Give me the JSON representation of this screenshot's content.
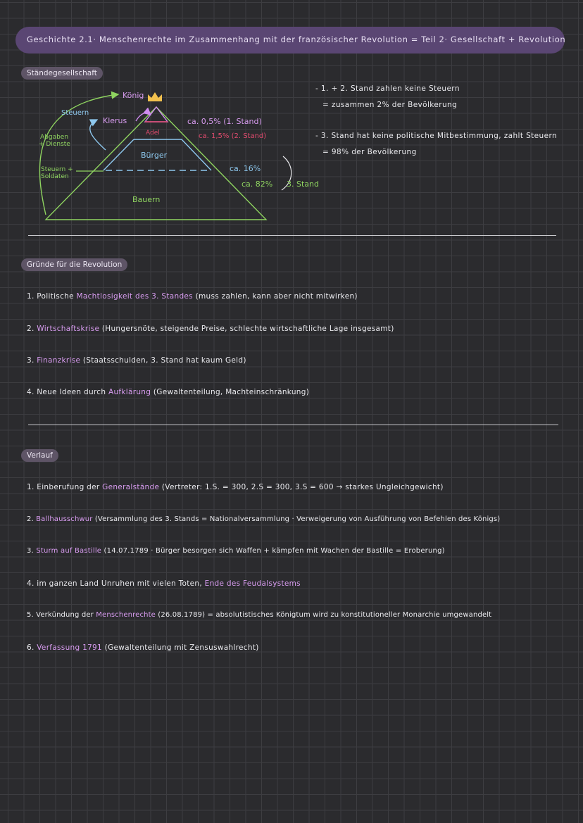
{
  "title": "Geschichte 2.1· Menschenrechte im Zusammenhang mit der französischer Revolution = Teil 2· Gesellschaft + Revolution",
  "sections": {
    "staende": "Ständegesellschaft",
    "gruende": "Gründe für die Revolution",
    "verlauf": "Verlauf"
  },
  "diagram": {
    "koenig": "König",
    "klerus": "Klerus",
    "adel": "Adel",
    "buerger": "Bürger",
    "bauern": "Bauern",
    "steuern": "Steuern",
    "abgaben_1": "Abgaben",
    "abgaben_2": "+ Dienste",
    "soldaten_1": "Steuern +",
    "soldaten_2": "Soldaten",
    "pct_klerus": "ca. 0,5% (1. Stand)",
    "pct_adel": "ca. 1,5% (2. Stand)",
    "pct_buerger": "ca. 16%",
    "pct_bauern": "ca. 82%",
    "third_estate": "3. Stand"
  },
  "notes": {
    "line1": "- 1. + 2. Stand zahlen keine Steuern",
    "line2": "= zusammen 2% der Bevölkerung",
    "line3": "- 3. Stand hat keine politische Mitbestimmung, zahlt Steuern",
    "line4": "= 98% der Bevölkerung"
  },
  "reasons": [
    {
      "pre": "1. Politische ",
      "hl": "Machtlosigkeit des 3. Standes",
      "post": " (muss zahlen, kann aber nicht mitwirken)"
    },
    {
      "pre": "2. ",
      "hl": "Wirtschaftskrise",
      "post": " (Hungersnöte, steigende Preise, schlechte wirtschaftliche Lage insgesamt)"
    },
    {
      "pre": "3. ",
      "hl": "Finanzkrise",
      "post": " (Staatsschulden, 3. Stand hat kaum Geld)"
    },
    {
      "pre": "4. Neue Ideen durch ",
      "hl": "Aufklärung",
      "post": " (Gewaltenteilung, Machteinschränkung)"
    }
  ],
  "events": [
    {
      "pre": "1. Einberufung der ",
      "hl": "Generalstände",
      "post": " (Vertreter: 1.S. = 300, 2.S = 300, 3.S = 600 → starkes Ungleichgewicht)"
    },
    {
      "pre": "2. ",
      "hl": "Ballhausschwur",
      "post": " (Versammlung des 3. Stands = Nationalversammlung · Verweigerung von Ausführung von Befehlen des Königs)"
    },
    {
      "pre": "3. ",
      "hl": "Sturm auf Bastille",
      "post": " (14.07.1789 · Bürger besorgen sich Waffen + kämpfen mit Wachen der Bastille = Eroberung)"
    },
    {
      "pre": "4. im ganzen Land Unruhen mit vielen Toten, ",
      "hl": "Ende des Feudalsystems",
      "post": ""
    },
    {
      "pre": "5. Verkündung der ",
      "hl": "Menschenrechte",
      "post": " (26.08.1789) = absolutistisches Königtum wird zu konstitutioneller Monarchie umgewandelt"
    },
    {
      "pre": "6. ",
      "hl": "Verfassung 1791",
      "post": " (Gewaltenteilung mit Zensuswahlrecht)"
    }
  ]
}
